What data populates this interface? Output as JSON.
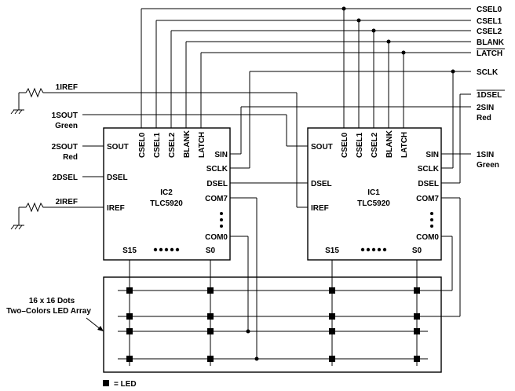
{
  "signals": {
    "csel0": "CSEL0",
    "csel1": "CSEL1",
    "csel2": "CSEL2",
    "blank": "BLANK",
    "latch": "LATCH",
    "sclk": "SCLK",
    "dsel1": "1DSEL",
    "sin2": "2SIN",
    "sin2_color": "Red",
    "sin1": "1SIN",
    "sin1_color": "Green",
    "iref1": "1IREF",
    "sout1": "1SOUT",
    "sout1_color": "Green",
    "sout2": "2SOUT",
    "sout2_color": "Red",
    "dsel2": "2DSEL",
    "iref2": "2IREF"
  },
  "ic2": {
    "name": "IC2",
    "part": "TLC5920",
    "pins_top": [
      "CSEL0",
      "CSEL1",
      "CSEL2",
      "BLANK",
      "LATCH"
    ],
    "pin_sout": "SOUT",
    "pin_sin": "SIN",
    "pin_sclk": "SCLK",
    "pin_dsel": "DSEL",
    "pin_iref": "IREF",
    "pin_com7": "COM7",
    "pin_com0": "COM0",
    "pin_s15": "S15",
    "pin_s0": "S0"
  },
  "ic1": {
    "name": "IC1",
    "part": "TLC5920",
    "pins_top": [
      "CSEL0",
      "CSEL1",
      "CSEL2",
      "BLANK",
      "LATCH"
    ],
    "pin_sout": "SOUT",
    "pin_sin": "SIN",
    "pin_sclk": "SCLK",
    "pin_dsel": "DSEL",
    "pin_iref": "IREF",
    "pin_com7": "COM7",
    "pin_com0": "COM0",
    "pin_s15": "S15",
    "pin_s0": "S0"
  },
  "array": {
    "label_line1": "16 x 16 Dots",
    "label_line2": "Two–Colors LED Array"
  },
  "legend": {
    "text": "= LED"
  }
}
